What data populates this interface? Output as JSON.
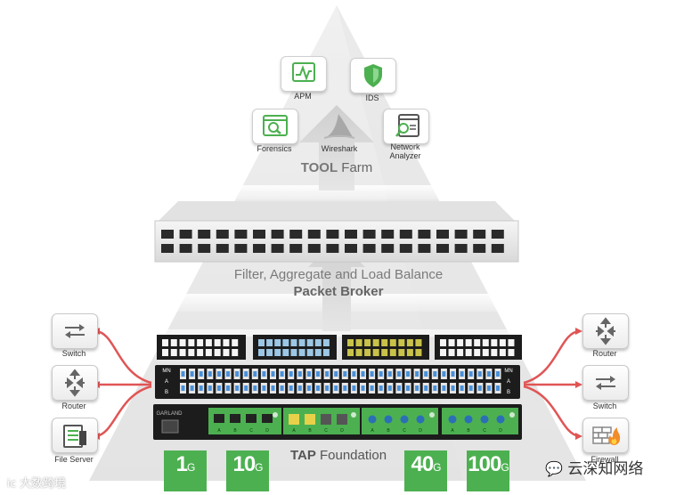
{
  "tool_farm": {
    "prefix": "TOOL",
    "suffix": " Farm",
    "tools": [
      {
        "label": "APM",
        "icon": "apm-chart-icon"
      },
      {
        "label": "IDS",
        "icon": "shield-icon"
      },
      {
        "label": "Forensics",
        "icon": "forensics-magnifier-icon"
      },
      {
        "label": "Wireshark",
        "icon": "shark-fin-icon"
      },
      {
        "label": "Network",
        "label2": "Analyzer",
        "icon": "network-analyzer-icon"
      }
    ]
  },
  "broker": {
    "line1": "Filter, Aggregate and Load Balance",
    "line2": "Packet Broker"
  },
  "foundation": {
    "prefix": "TAP",
    "suffix": " Foundation",
    "brand": "GARLAND",
    "speeds": [
      {
        "num": "1",
        "unit": "G"
      },
      {
        "num": "10",
        "unit": "G"
      },
      {
        "num": "40",
        "unit": "G"
      },
      {
        "num": "100",
        "unit": "G"
      }
    ],
    "port_letters": [
      "A",
      "B",
      "C",
      "D"
    ],
    "panel_left_labels": [
      "MN",
      "A",
      "B"
    ],
    "panel_right_labels": [
      "MN",
      "A",
      "B"
    ]
  },
  "left_devices": [
    {
      "label": "Switch",
      "icon": "switch-arrows-icon"
    },
    {
      "label": "Router",
      "icon": "router-icon"
    },
    {
      "label": "File Server",
      "icon": "file-server-icon"
    }
  ],
  "right_devices": [
    {
      "label": "Router",
      "icon": "router-icon"
    },
    {
      "label": "Switch",
      "icon": "switch-arrows-icon"
    },
    {
      "label": "Firewall",
      "icon": "firewall-icon"
    }
  ],
  "watermarks": {
    "left": "大数跨境",
    "right": "云深知网络"
  },
  "colors": {
    "green": "#4cb050",
    "red_link": "#e05555",
    "pyramid_light": "#eeeeee",
    "pyramid_dark": "#dcdcdc",
    "rack": "#1c1c1c"
  }
}
